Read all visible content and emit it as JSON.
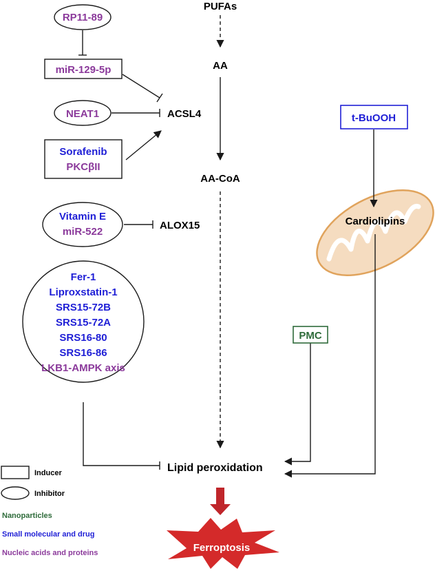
{
  "diagram": {
    "pathway": {
      "pufas": "PUFAs",
      "aa": "AA",
      "acsl4": "ACSL4",
      "aa_coa": "AA-CoA",
      "alox15": "ALOX15",
      "lipid_peroxidation": "Lipid peroxidation",
      "ferroptosis": "Ferroptosis"
    },
    "regulators": {
      "rp11_89": "RP11-89",
      "mir_129_5p": "miR-129-5p",
      "neat1": "NEAT1",
      "sorafenib": "Sorafenib",
      "pkcbii": "PKCβII",
      "vitamin_e": "Vitamin E",
      "mir_522": "miR-522",
      "inhibitors": [
        {
          "label": "Fer-1",
          "type": "small"
        },
        {
          "label": "Liproxstatin-1",
          "type": "small"
        },
        {
          "label": "SRS15-72B",
          "type": "small"
        },
        {
          "label": "SRS15-72A",
          "type": "small"
        },
        {
          "label": "SRS16-80",
          "type": "small"
        },
        {
          "label": "SRS16-86",
          "type": "small"
        },
        {
          "label": "LKB1-AMPK axis",
          "type": "nucleic"
        }
      ],
      "pmc": "PMC",
      "t_buooh": "t-BuOOH",
      "cardiolipins": "Cardiolipins"
    },
    "legend": {
      "inducer": "Inducer",
      "inhibitor": "Inhibitor",
      "nanoparticles": "Nanoparticles",
      "small_molecular": "Small molecular and drug",
      "nucleic_acids": "Nucleic acids and proteins"
    },
    "colors": {
      "nucleic_acids_and_proteins": "#8b3a9b",
      "small_molecular_and_drug": "#1f1fd6",
      "nanoparticles": "#2e6b3a",
      "ferroptosis_star": "#d42a2a",
      "death_arrow": "#c0262b",
      "mitochondrion_fill": "#f5dcc0",
      "mitochondrion_stroke": "#e0a35c"
    }
  }
}
